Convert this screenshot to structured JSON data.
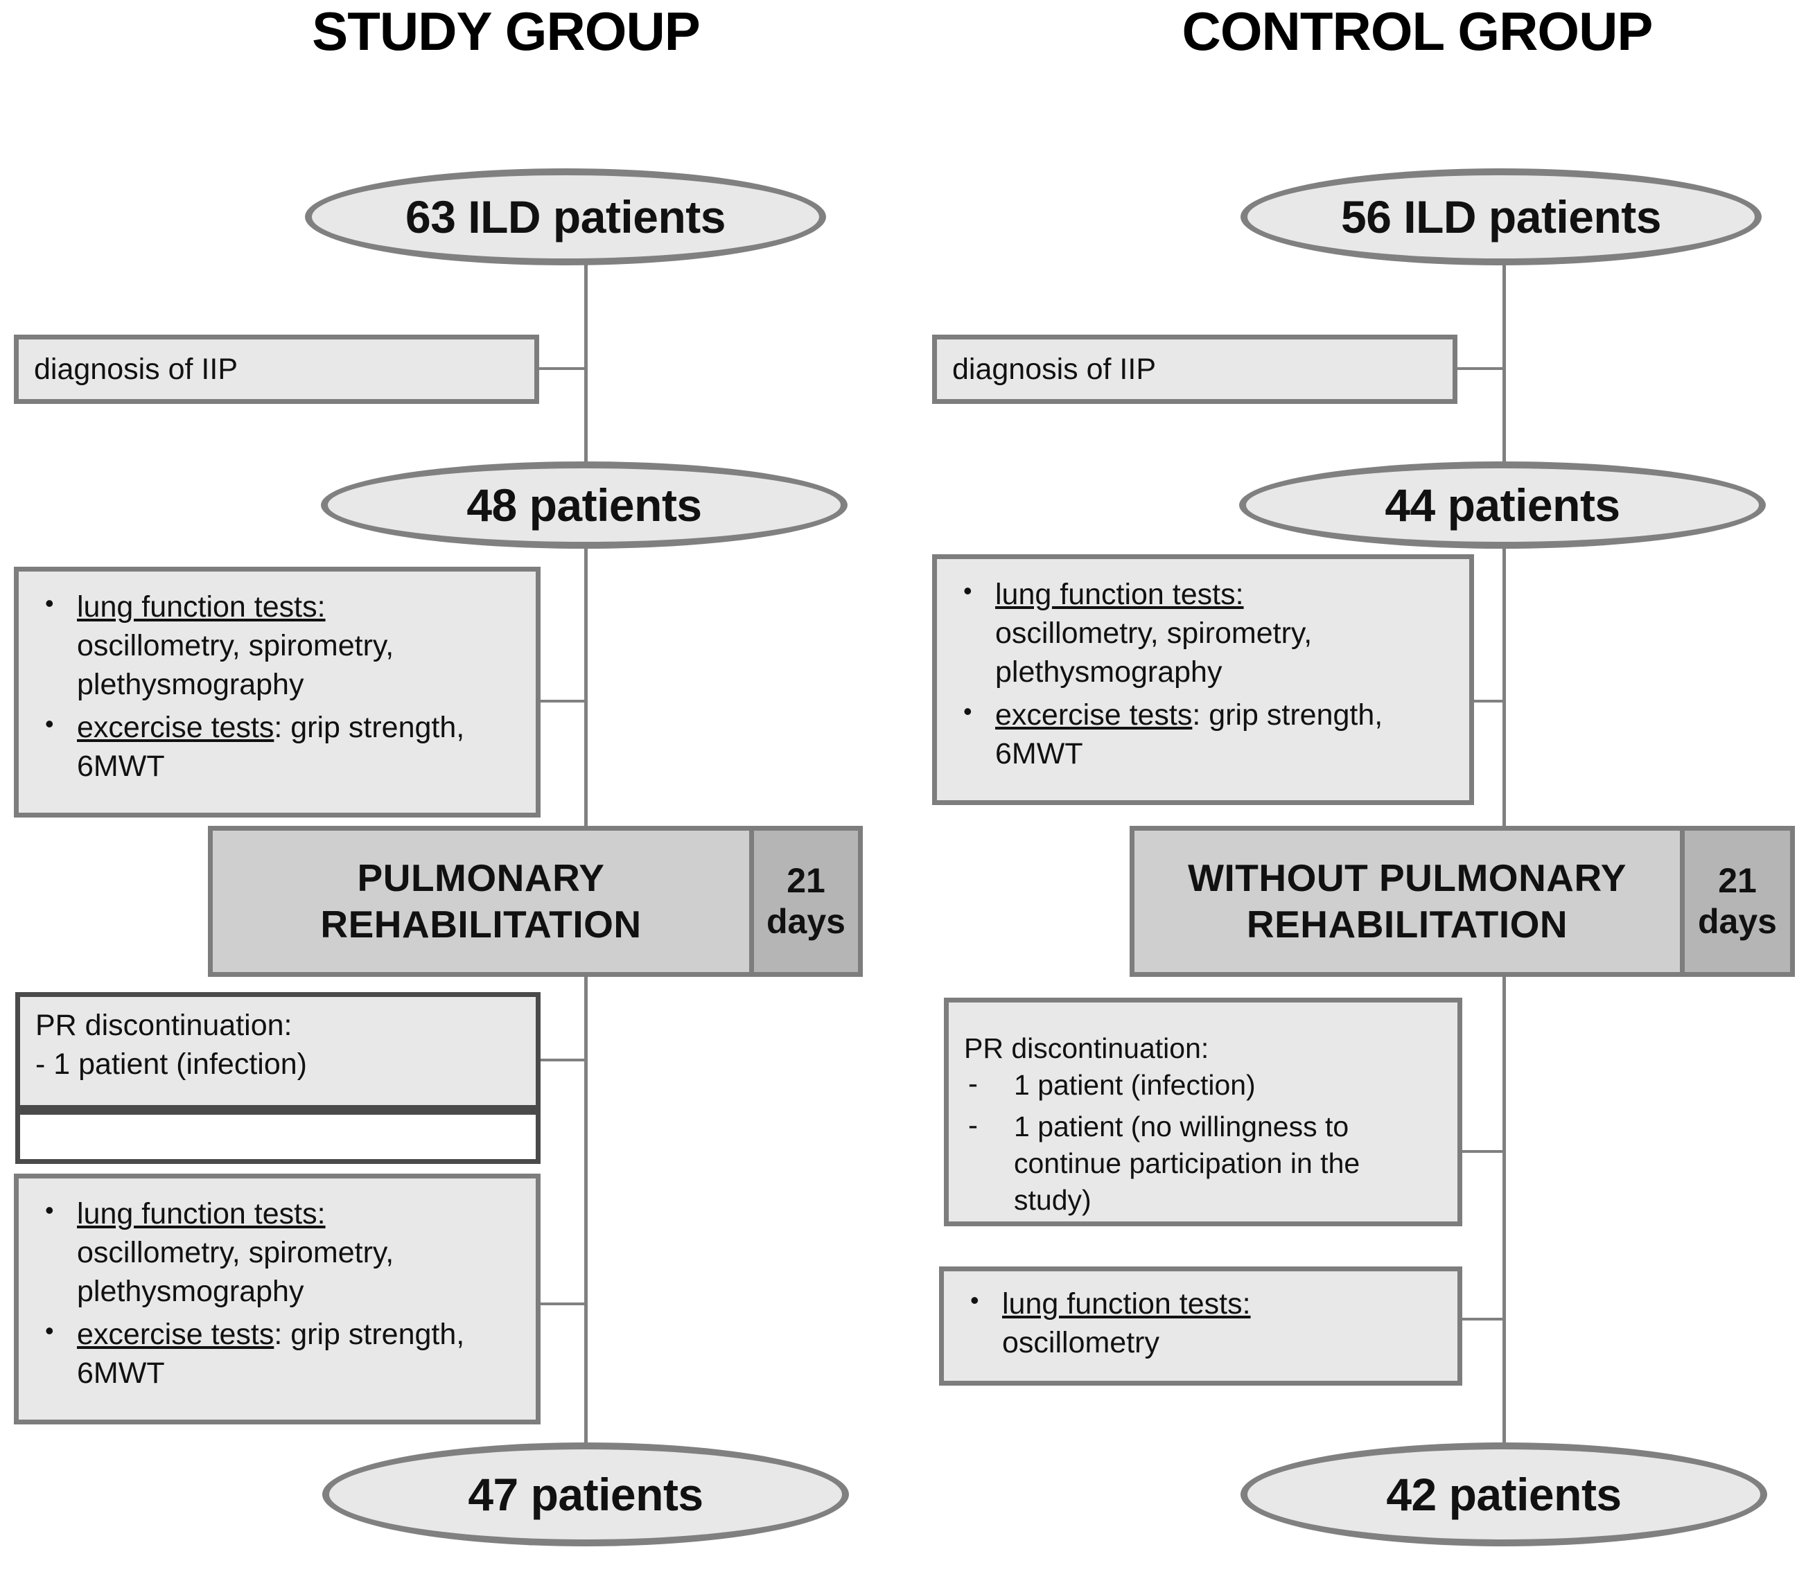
{
  "diagram": {
    "type": "study-flow-diagram",
    "columns": [
      {
        "id": "study",
        "title": "STUDY GROUP",
        "start_oval": "63 ILD patients",
        "criteria_box": "diagnosis of IIP",
        "enrolled_oval": "48 patients",
        "baseline_tests": {
          "items": [
            {
              "heading": "lung function tests:",
              "detail": "oscillometry, spirometry, plethysmography"
            },
            {
              "heading": "excercise tests",
              "detail": ": grip strength, 6MWT"
            }
          ]
        },
        "intervention": {
          "label": "PULMONARY REHABILITATION",
          "duration_number": "21",
          "duration_unit": "days"
        },
        "dropout": {
          "heading": "PR discontinuation:",
          "items": [
            "- 1 patient (infection)"
          ],
          "has_empty_continuation": true
        },
        "followup_tests": {
          "items": [
            {
              "heading": "lung function tests:",
              "detail": "oscillometry, spirometry, plethysmography"
            },
            {
              "heading": "excercise tests",
              "detail": ": grip strength, 6MWT"
            }
          ]
        },
        "end_oval": "47 patients"
      },
      {
        "id": "control",
        "title": "CONTROL GROUP",
        "start_oval": "56 ILD patients",
        "criteria_box": "diagnosis of IIP",
        "enrolled_oval": "44 patients",
        "baseline_tests": {
          "items": [
            {
              "heading": "lung function tests:",
              "detail": "oscillometry, spirometry, plethysmography"
            },
            {
              "heading": "excercise tests",
              "detail": ": grip strength, 6MWT"
            }
          ]
        },
        "intervention": {
          "label": "WITHOUT PULMONARY REHABILITATION",
          "duration_number": "21",
          "duration_unit": "days"
        },
        "dropout": {
          "heading": "PR discontinuation:",
          "items": [
            "1 patient (infection)",
            "1 patient (no willingness to continue participation in the study)"
          ],
          "has_empty_continuation": false
        },
        "followup_tests": {
          "items": [
            {
              "heading": "lung function tests:",
              "detail": "oscillometry"
            }
          ]
        },
        "end_oval": "42 patients"
      }
    ],
    "colors": {
      "node_fill": "#e8e8e8",
      "node_stroke": "#808080",
      "intervention_fill": "#cfcfcf",
      "duration_fill": "#b5b5b5",
      "connector": "#808080",
      "text": "#111111",
      "background": "#ffffff"
    }
  }
}
